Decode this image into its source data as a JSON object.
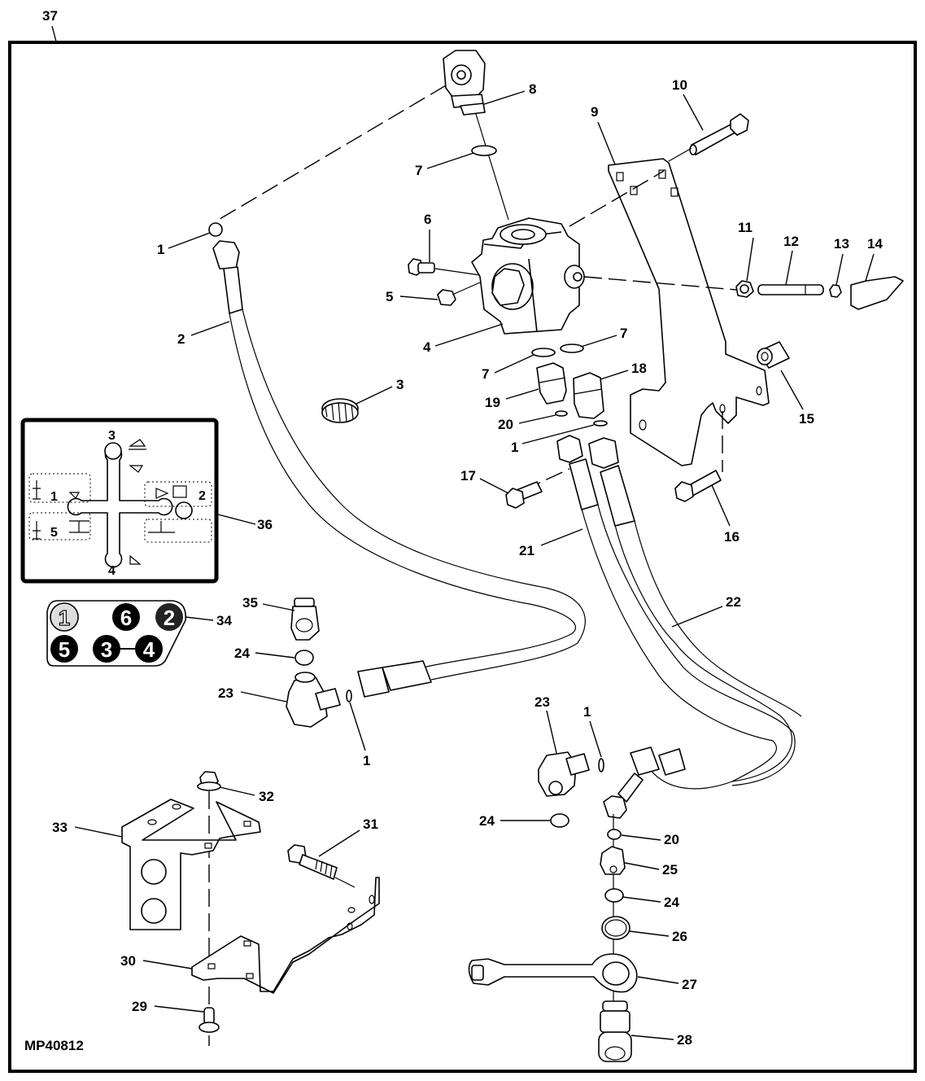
{
  "figure": {
    "id_label": "MP40812",
    "type": "exploded parts diagram",
    "assembly_callout": "37"
  },
  "callouts": {
    "c1a": "1",
    "c1b": "1",
    "c1c": "1",
    "c1d": "1",
    "c2": "2",
    "c3": "3",
    "c4": "4",
    "c5": "5",
    "c6": "6",
    "c7a": "7",
    "c7b": "7",
    "c7c": "7",
    "c8": "8",
    "c9": "9",
    "c10": "10",
    "c11": "11",
    "c12": "12",
    "c13": "13",
    "c14": "14",
    "c15": "15",
    "c16": "16",
    "c17": "17",
    "c18": "18",
    "c19": "19",
    "c20a": "20",
    "c20b": "20",
    "c21": "21",
    "c22": "22",
    "c23a": "23",
    "c23b": "23",
    "c24a": "24",
    "c24b": "24",
    "c24c": "24",
    "c25": "25",
    "c26": "26",
    "c27": "27",
    "c28": "28",
    "c29": "29",
    "c30": "30",
    "c31": "31",
    "c32": "32",
    "c33": "33",
    "c34": "34",
    "c35": "35",
    "c36": "36",
    "c37": "37"
  },
  "control_decal": {
    "positions": [
      "3",
      "1",
      "2",
      "5",
      "4"
    ]
  },
  "port_decal": {
    "badges": [
      "1",
      "6",
      "2",
      "5",
      "3",
      "4"
    ]
  }
}
